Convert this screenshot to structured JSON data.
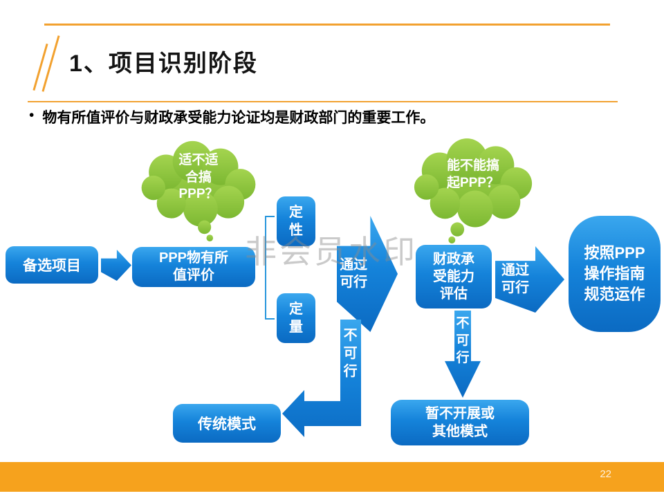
{
  "page": {
    "title": "1、项目识别阶段",
    "bullet_marker": "•",
    "bullet_text": "物有所值评价与财政承受能力论证均是财政部门的重要工作。",
    "watermark": "非会员水印",
    "page_number": "22"
  },
  "flow": {
    "thought_vfm": "适不适\n合搞\nPPP？",
    "thought_afford": "能不能搞\n起PPP？",
    "candidate_project": "备选项目",
    "vfm_evaluation": "PPP物有所\n值评价",
    "qualitative": "定\n性",
    "quantitative": "定\n量",
    "pass_1": "通过\n可行",
    "affordability": "财政承\n受能力\n评估",
    "pass_2": "通过\n可行",
    "ppp_guide": "按照PPP\n操作指南\n规范运作",
    "fail_1": "不\n可\n行",
    "fail_2": "不\n可\n行",
    "traditional_mode": "传统模式",
    "defer_mode": "暂不开展或\n其他模式"
  },
  "colors": {
    "accent_orange": "#F6A21D",
    "shape_blue": "#0E74CC",
    "cloud_green": "#8DC63F",
    "watermark_gray": "#8C8C8C"
  }
}
